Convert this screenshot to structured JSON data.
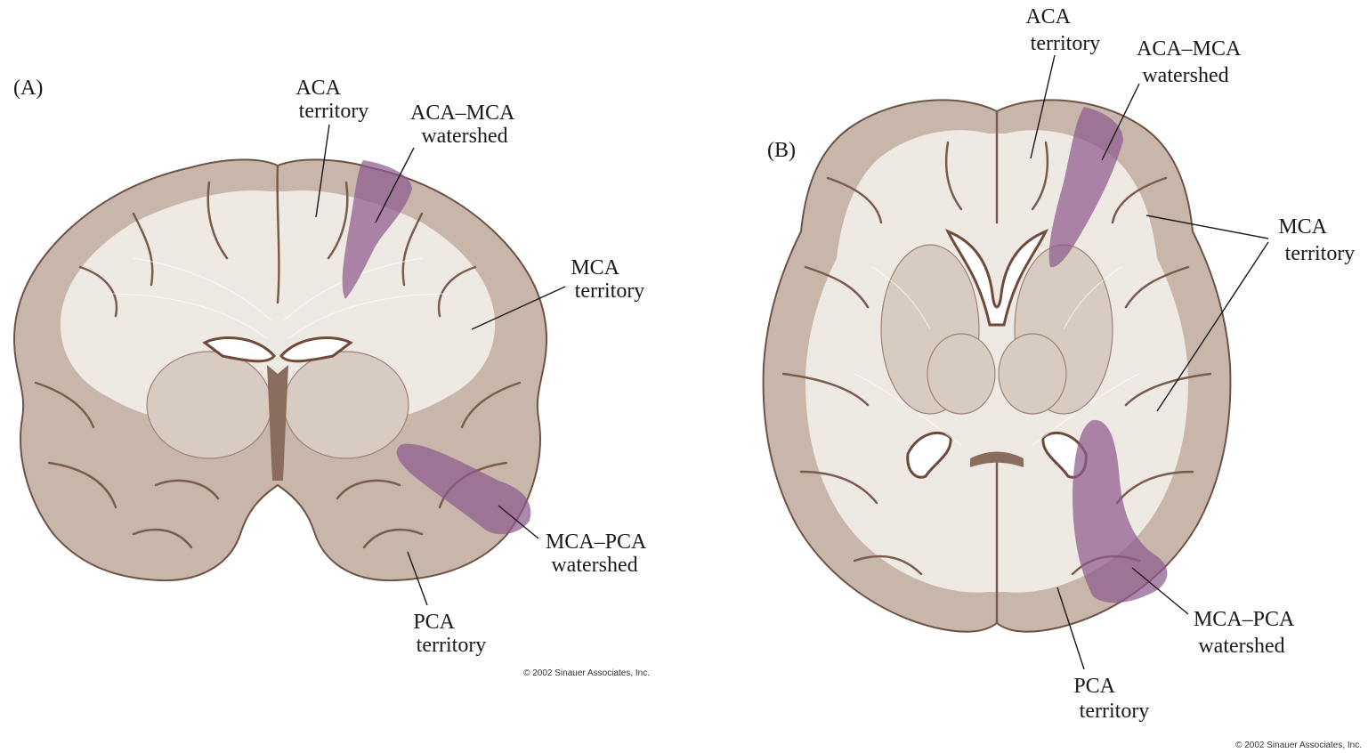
{
  "panel_a": {
    "tag": "(A)",
    "aca_territory": [
      "ACA",
      "territory"
    ],
    "aca_mca_watershed": [
      "ACA–MCA",
      "watershed"
    ],
    "mca_territory": [
      "MCA",
      "territory"
    ],
    "mca_pca_watershed": [
      "MCA–PCA",
      "watershed"
    ],
    "pca_territory": [
      "PCA",
      "territory"
    ],
    "copyright": "© 2002 Sinauer Associates, Inc."
  },
  "panel_b": {
    "tag": "(B)",
    "aca_territory": [
      "ACA",
      "territory"
    ],
    "aca_mca_watershed": [
      "ACA–MCA",
      "watershed"
    ],
    "mca_territory": [
      "MCA",
      "territory"
    ],
    "mca_pca_watershed": [
      "MCA–PCA",
      "watershed"
    ],
    "pca_territory": [
      "PCA",
      "territory"
    ],
    "copyright": "© 2002 Sinauer Associates, Inc."
  },
  "colors": {
    "watershed": "#8e5a8e",
    "gray_matter": "#c9b6ab",
    "white_matter": "#efe9e3",
    "outline": "#6e5346"
  }
}
